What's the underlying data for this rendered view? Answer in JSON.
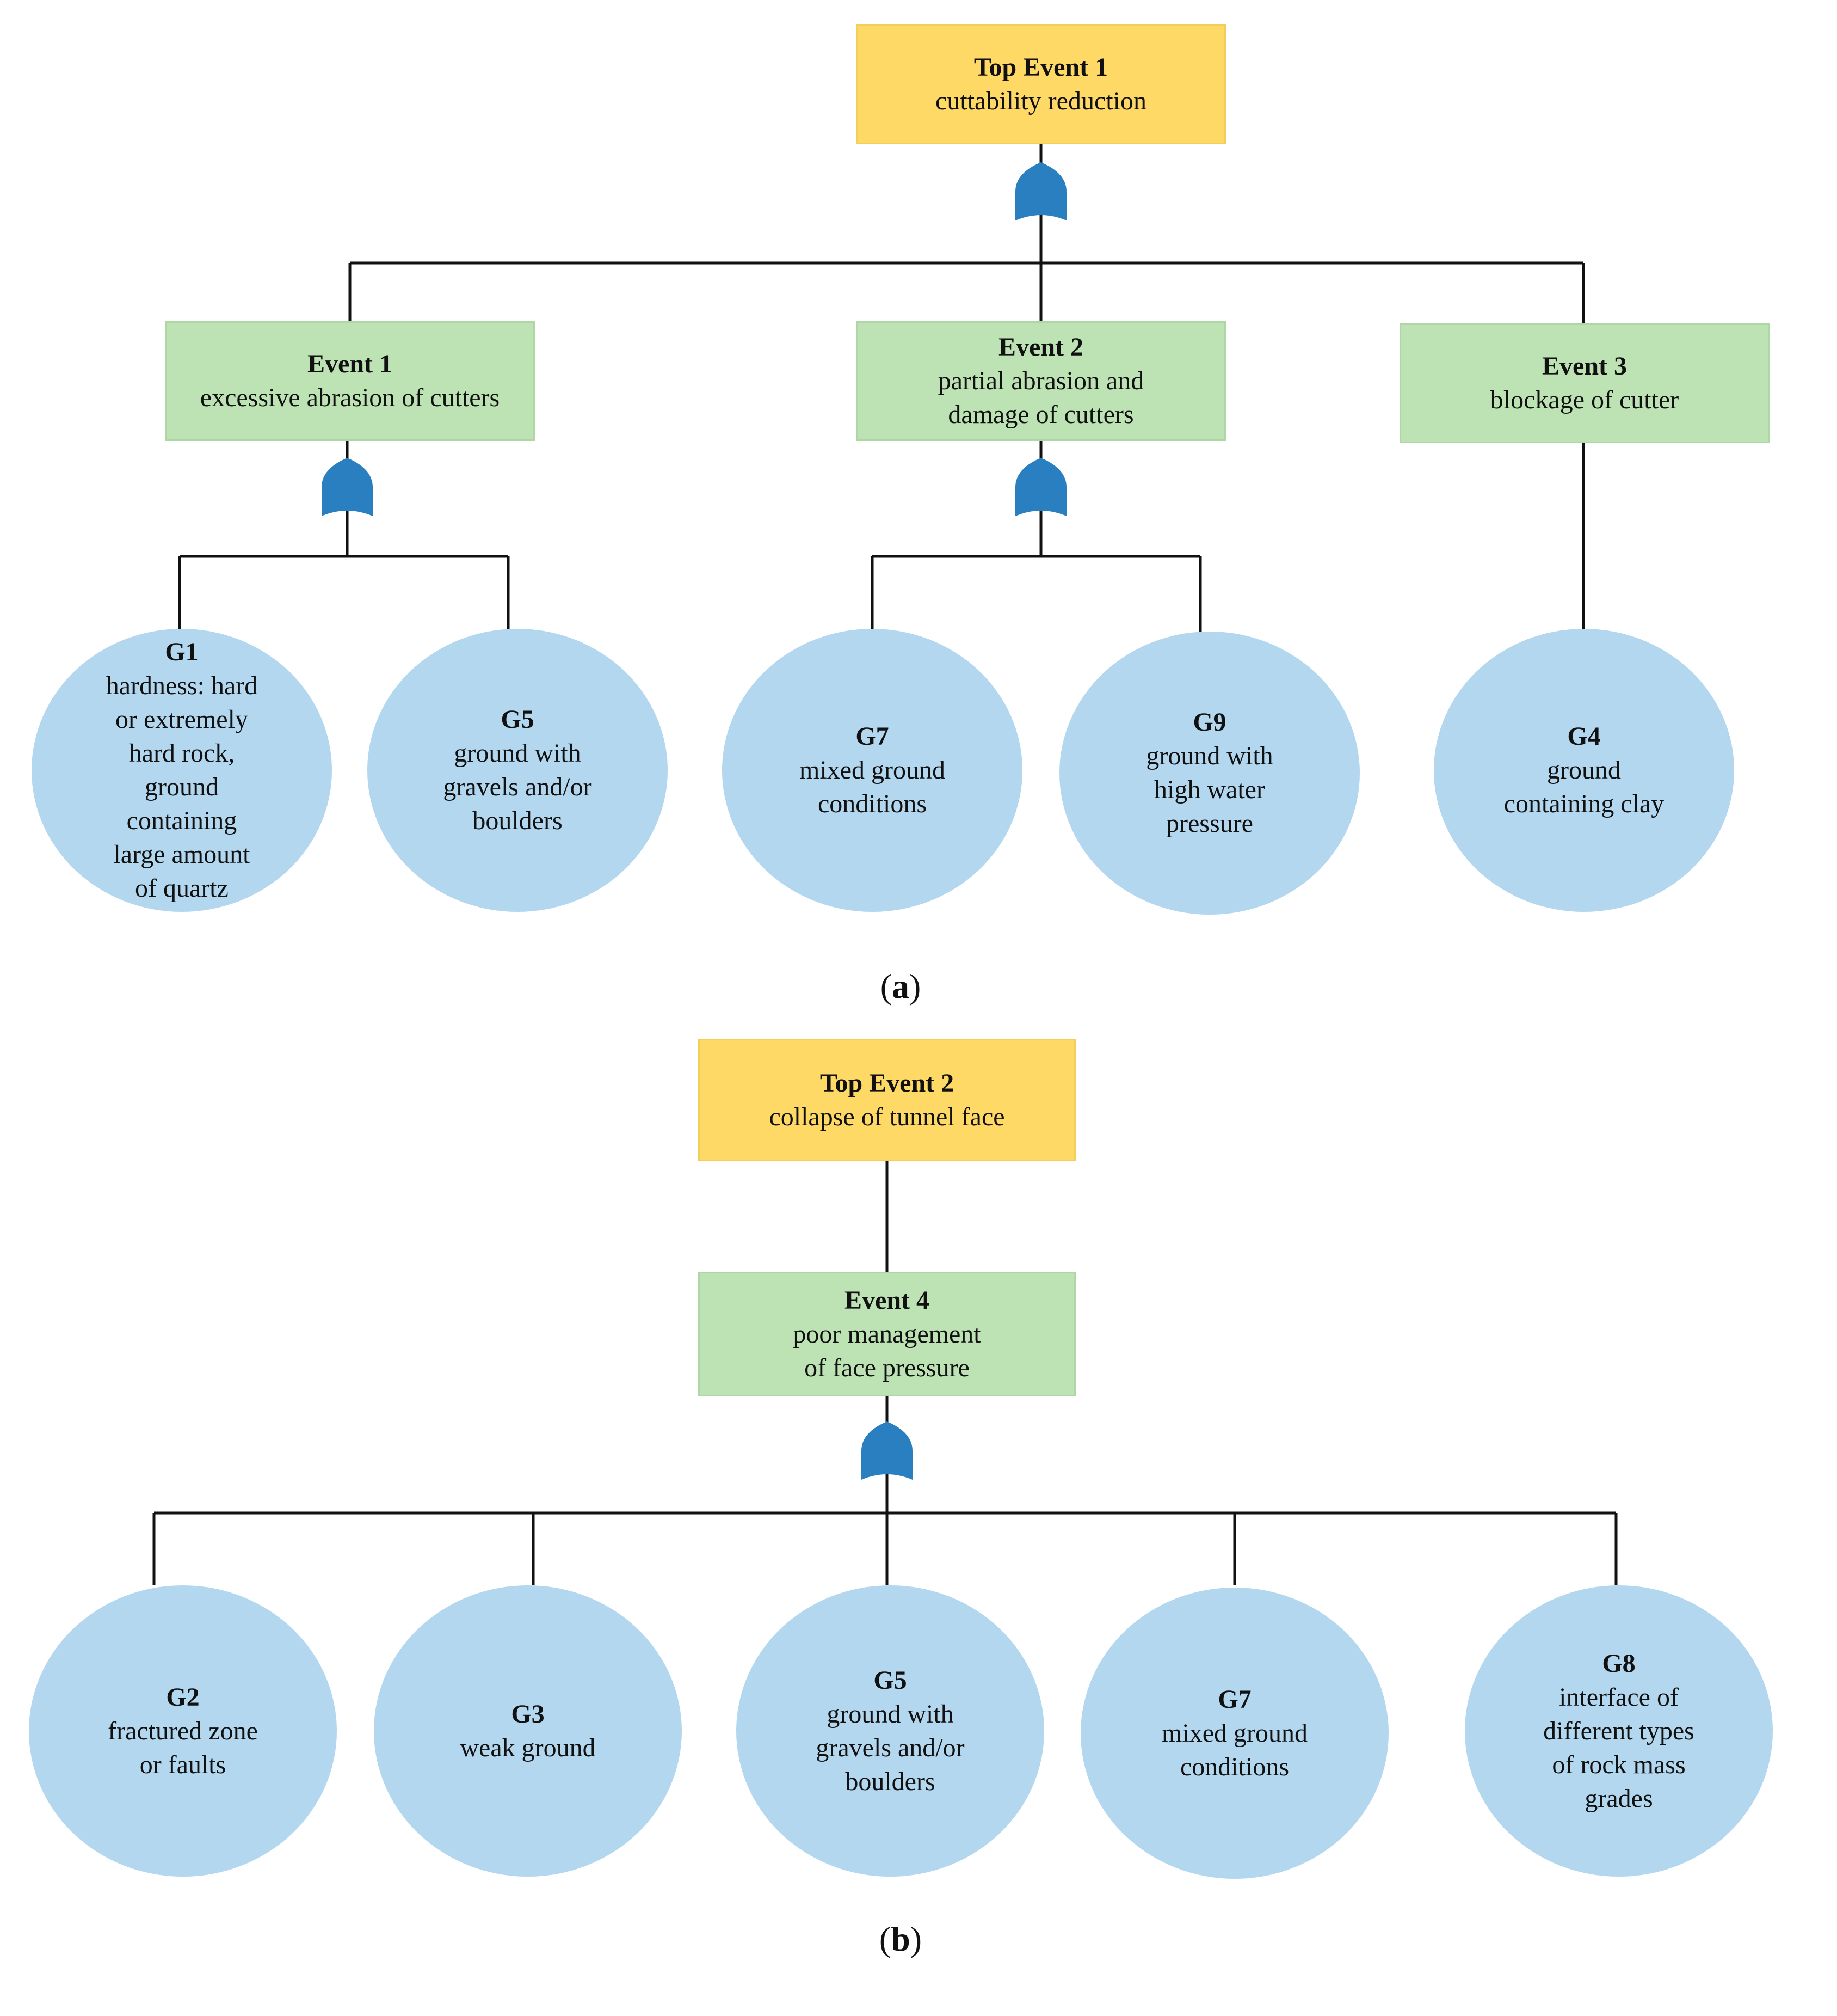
{
  "panel_a": {
    "label": "a",
    "top_event": {
      "title": "Top Event 1",
      "desc": "cuttability reduction"
    },
    "events": [
      {
        "title": "Event 1",
        "desc": "excessive abrasion of cutters"
      },
      {
        "title": "Event 2",
        "desc": "partial abrasion and\ndamage of cutters"
      },
      {
        "title": "Event 3",
        "desc": "blockage of cutter"
      }
    ],
    "factors": [
      {
        "title": "G1",
        "desc": "hardness: hard\nor extremely\nhard rock,\nground\ncontaining\nlarge amount\nof quartz"
      },
      {
        "title": "G5",
        "desc": "ground with\ngravels and/or\nboulders"
      },
      {
        "title": "G7",
        "desc": "mixed ground\nconditions"
      },
      {
        "title": "G9",
        "desc": "ground with\nhigh water\npressure"
      },
      {
        "title": "G4",
        "desc": "ground\ncontaining clay"
      }
    ]
  },
  "panel_b": {
    "label": "b",
    "top_event": {
      "title": "Top Event 2",
      "desc": "collapse of tunnel face"
    },
    "events": [
      {
        "title": "Event 4",
        "desc": "poor management\nof face pressure"
      }
    ],
    "factors": [
      {
        "title": "G2",
        "desc": "fractured zone\nor faults"
      },
      {
        "title": "G3",
        "desc": "weak ground"
      },
      {
        "title": "G5",
        "desc": "ground with\ngravels and/or\nboulders"
      },
      {
        "title": "G7",
        "desc": "mixed ground\nconditions"
      },
      {
        "title": "G8",
        "desc": "interface of\ndifferent types\nof rock mass\ngrades"
      }
    ]
  },
  "colors": {
    "top_event_fill": "#ffd966",
    "event_fill": "#bde3b5",
    "factor_fill": "#b3d7ef",
    "or_gate": "#2a7fc0",
    "connector": "#111111"
  },
  "icons": {
    "gate": "or-gate-icon"
  }
}
